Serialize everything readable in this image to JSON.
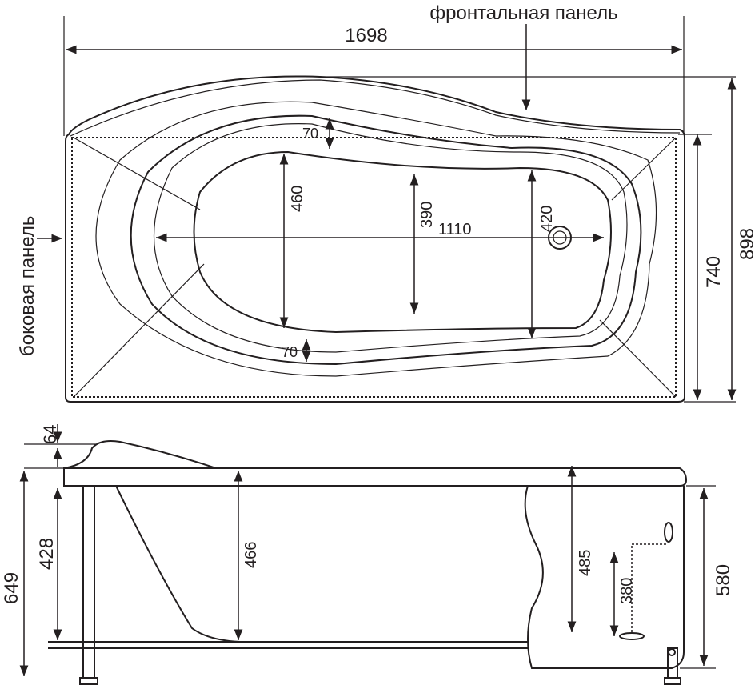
{
  "top_view": {
    "front_panel_label": "фронтальная панель",
    "side_panel_label": "боковая панель",
    "overall_length": "1698",
    "rim_width_top": "70",
    "rim_width_bottom": "70",
    "inner_width_left": "460",
    "inner_width_mid": "390",
    "inner_width_right": "420",
    "inner_length": "1110",
    "width_narrow": "740",
    "width_wide": "898"
  },
  "side_view": {
    "headrest_height": "64",
    "total_height": "649",
    "leg_height": "428",
    "depth_left": "466",
    "depth_right": "485",
    "drain_height": "380",
    "panel_height": "580"
  }
}
